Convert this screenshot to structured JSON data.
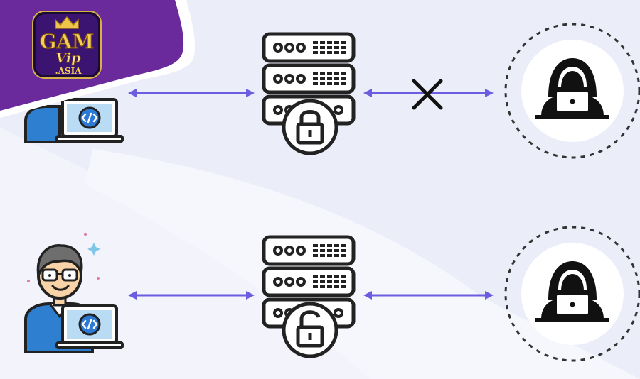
{
  "logo": {
    "text_main": "GAM",
    "text_script": "Vip",
    "text_sub": ".ASIA"
  },
  "icons": {
    "developer": "developer-at-laptop-icon",
    "server": "server-rack-icon",
    "locked": "padlock-closed-icon",
    "unlocked": "padlock-open-icon",
    "hacker": "hooded-hacker-icon",
    "blocked": "x-cross-icon",
    "code": "code-brackets-icon"
  },
  "colors": {
    "arrow": "#6b5ce0",
    "banner": "#6a2a9c",
    "outline": "#222222",
    "shirt": "#2f7fd0",
    "skin": "#f7d3a7",
    "hair": "#6e6e6e",
    "laptop_screen": "#b9dbf3",
    "badge": "#2c7ad6",
    "background": "#f3f4fb"
  }
}
